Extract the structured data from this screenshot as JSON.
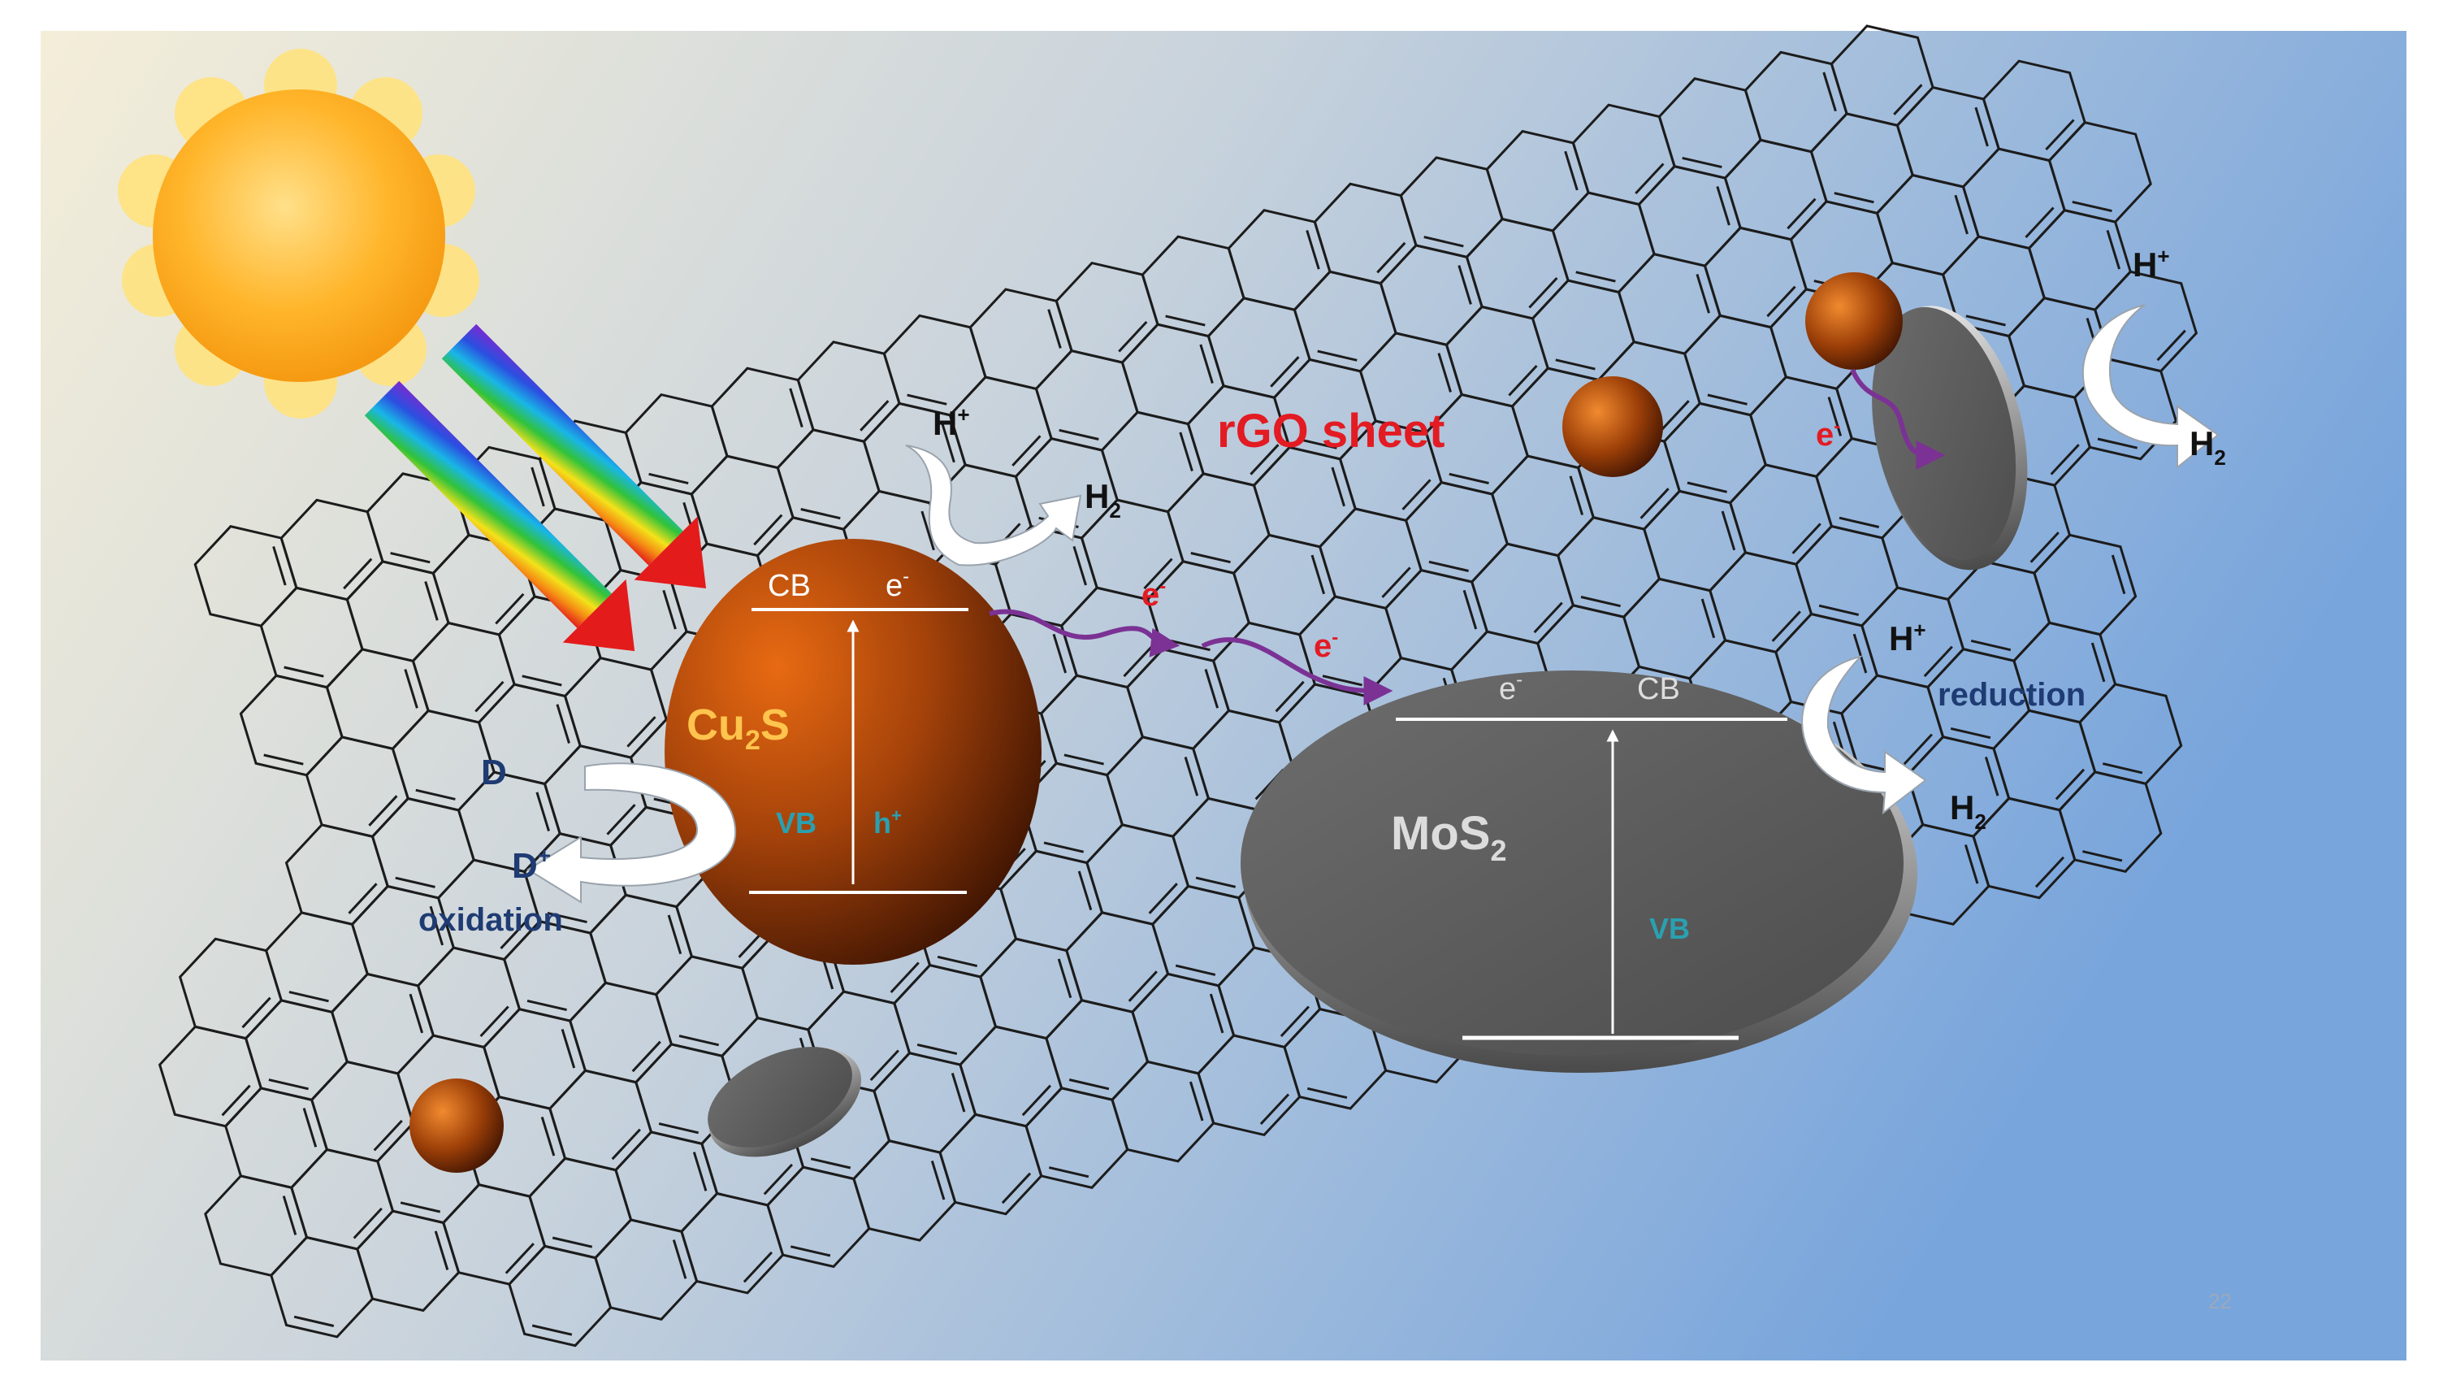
{
  "labels": {
    "sheet": "rGO sheet",
    "cu2s_main": "Cu",
    "cu2s_sub": "2",
    "cu2s_tail": "S",
    "mos2_main": "MoS",
    "mos2_sub": "2",
    "cu2s_cb": "CB",
    "cu2s_cb_e": "e",
    "cu2s_cb_e_sup": "-",
    "cu2s_vb": "VB",
    "cu2s_vb_h": "h",
    "cu2s_vb_h_sup": "+",
    "mos2_cb": "CB",
    "mos2_cb_e": "e",
    "mos2_cb_e_sup": "-",
    "mos2_vb": "VB",
    "donor": "D",
    "donor_plus": "D",
    "donor_plus_sup": "+",
    "oxidation": "oxidation",
    "reduction": "reduction",
    "h_plus_1": "H",
    "h_plus_1_sup": "+",
    "h_plus_2": "H",
    "h_plus_2_sup": "+",
    "h_plus_3": "H",
    "h_plus_3_sup": "+",
    "h2_1": "H",
    "h2_1_sub": "2",
    "h2_2": "H",
    "h2_2_sub": "2",
    "h2_3": "H",
    "h2_3_sub": "2",
    "e_transfer_1": "e",
    "e_transfer_1_sup": "-",
    "e_transfer_2": "e",
    "e_transfer_2_sup": "-",
    "e_transfer_3": "e",
    "e_transfer_3_sup": "-",
    "slide_number": "22"
  },
  "colors": {
    "background_left": "#f3ecd8",
    "background_right": "#7aa7dd",
    "electron_red": "#e31b23",
    "electron_path": "#7b3294",
    "label_navy": "#1f3b73",
    "cu2s_label": "#ffc44d",
    "cb_vb_line": "#ffffff",
    "vb_teal": "#2aa0b0",
    "mos2_gray": "#5e5e5e",
    "cu2s_brown": "#8a3a06",
    "sun_yellow": "#ffb72e"
  },
  "icons": [
    "sun-icon",
    "light-ray-arrow-icon",
    "curved-arrow-icon"
  ]
}
